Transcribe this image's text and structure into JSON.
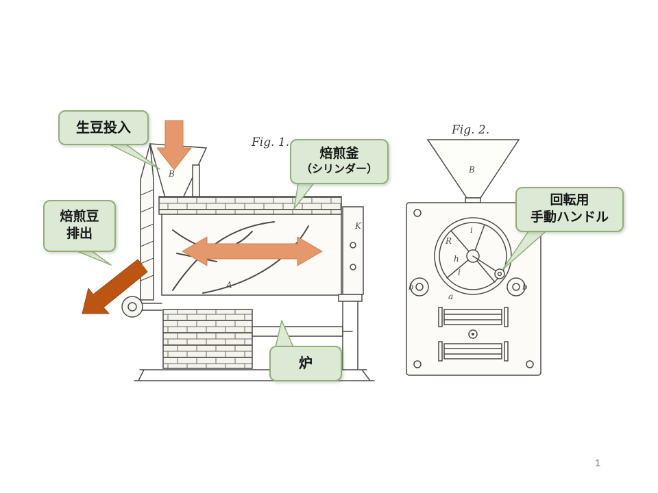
{
  "slide": {
    "page_number": "1"
  },
  "figures": {
    "fig1_caption": "Fig. 1.",
    "fig2_caption": "Fig. 2.",
    "letters": {
      "fig1_hopper": "B",
      "fig1_drum": "A",
      "fig1_door": "K",
      "fig2_hopper": "B",
      "fig2_wheel": "R",
      "fig2_hub": "h",
      "fig2_spoke_upper": "i",
      "fig2_spoke_lower": "i",
      "fig2_gear_left": "b",
      "fig2_gear_right": "b",
      "fig2_frame": "a"
    }
  },
  "callouts": {
    "input": {
      "label": "生豆投入"
    },
    "cylinder": {
      "line1": "焙煎釜",
      "line2": "（シリンダー）"
    },
    "discharge": {
      "line1": "焙煎豆",
      "line2": "排出"
    },
    "handle": {
      "line1": "回転用",
      "line2": "手動ハンドル"
    },
    "furnace": {
      "label": "炉"
    }
  },
  "colors": {
    "callout_fill": "#dce9d5",
    "callout_border": "#8fae73",
    "arrow_light": "#e5986b",
    "arrow_dark": "#bd5512",
    "ink": "#4a4a4a"
  }
}
